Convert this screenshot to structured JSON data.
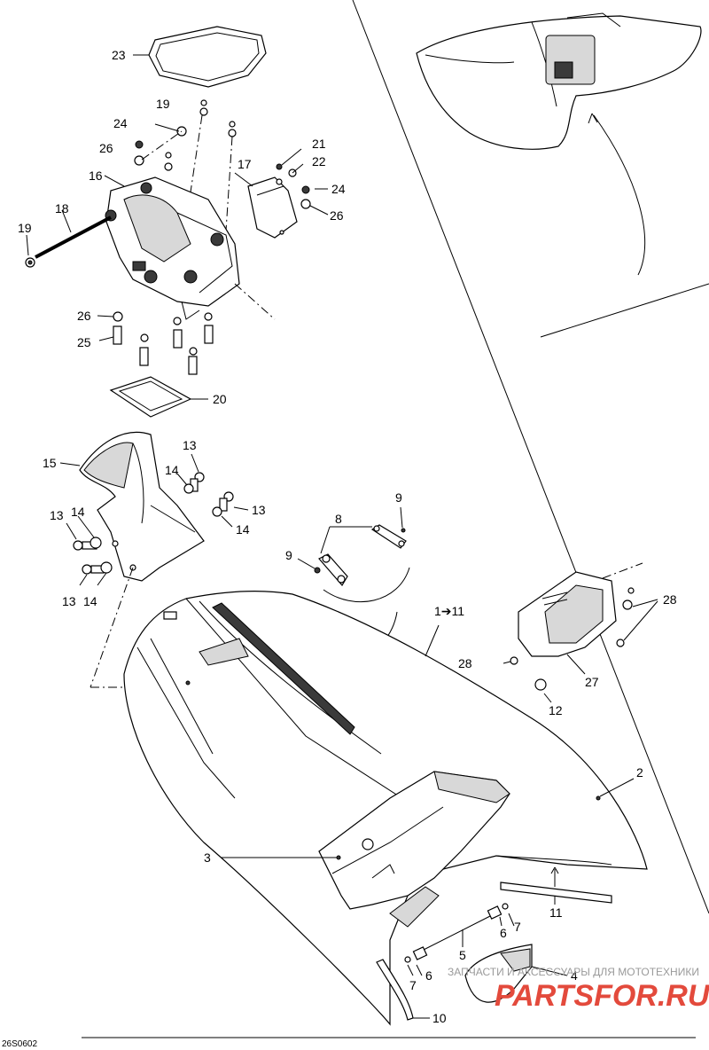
{
  "figure_code": "26S0602",
  "watermark": {
    "text": "ЗАПЧАСТИ И АКСЕССУАРЫ ДЛЯ МОТОТЕХНИКИ",
    "logo": "PARTSFOR.RU"
  },
  "callouts": {
    "c23": "23",
    "c19a": "19",
    "c24a": "24",
    "c26a": "26",
    "c16": "16",
    "c18": "18",
    "c19b": "19",
    "c17": "17",
    "c21": "21",
    "c22": "22",
    "c24b": "24",
    "c26b": "26",
    "c26c": "26",
    "c25": "25",
    "c20": "20",
    "c15": "15",
    "c13a": "13",
    "c14a": "14",
    "c13b": "13",
    "c14b": "14",
    "c13c": "13",
    "c14c": "14",
    "c13d": "13",
    "c14d": "14",
    "c8": "8",
    "c9a": "9",
    "c9b": "9",
    "c1_11": "1➔11",
    "c28a": "28",
    "c28b": "28",
    "c27": "27",
    "c12": "12",
    "c2": "2",
    "c3": "3",
    "c11": "11",
    "c6a": "6",
    "c7a": "7",
    "c5": "5",
    "c4": "4",
    "c7b": "7",
    "c6b": "6",
    "c10": "10"
  }
}
